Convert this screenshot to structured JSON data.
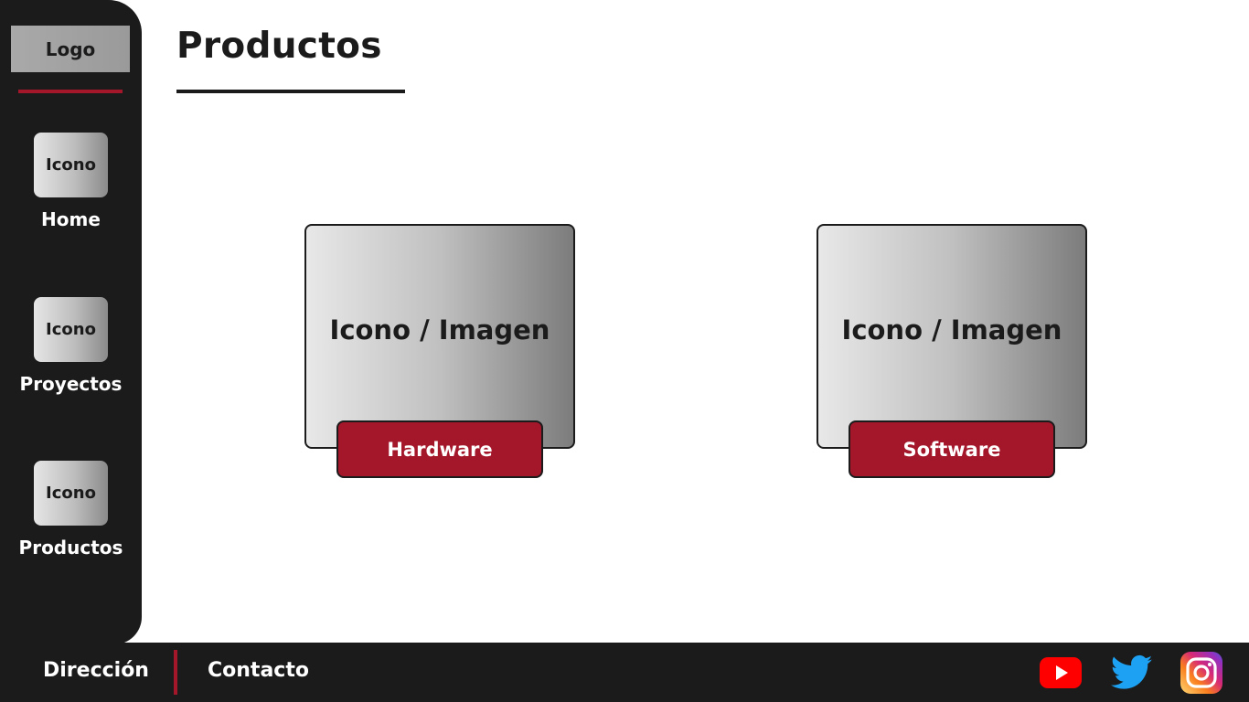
{
  "sidebar": {
    "logo": "Logo",
    "items": [
      {
        "icon_text": "Icono",
        "label": "Home"
      },
      {
        "icon_text": "Icono",
        "label": "Proyectos"
      },
      {
        "icon_text": "Icono",
        "label": "Productos"
      }
    ]
  },
  "main": {
    "title": "Productos",
    "cards": [
      {
        "image_text": "Icono / Imagen",
        "button_label": "Hardware"
      },
      {
        "image_text": "Icono / Imagen",
        "button_label": "Software"
      }
    ]
  },
  "footer": {
    "links": [
      "Dirección",
      "Contacto"
    ],
    "social": [
      {
        "icon": "youtube-icon",
        "color": "#ff0000"
      },
      {
        "icon": "twitter-icon",
        "color": "#1da1f2"
      },
      {
        "icon": "instagram-icon",
        "color": "#c13584"
      }
    ]
  },
  "colors": {
    "dark": "#1b1b1c",
    "accent": "#a4162a"
  }
}
